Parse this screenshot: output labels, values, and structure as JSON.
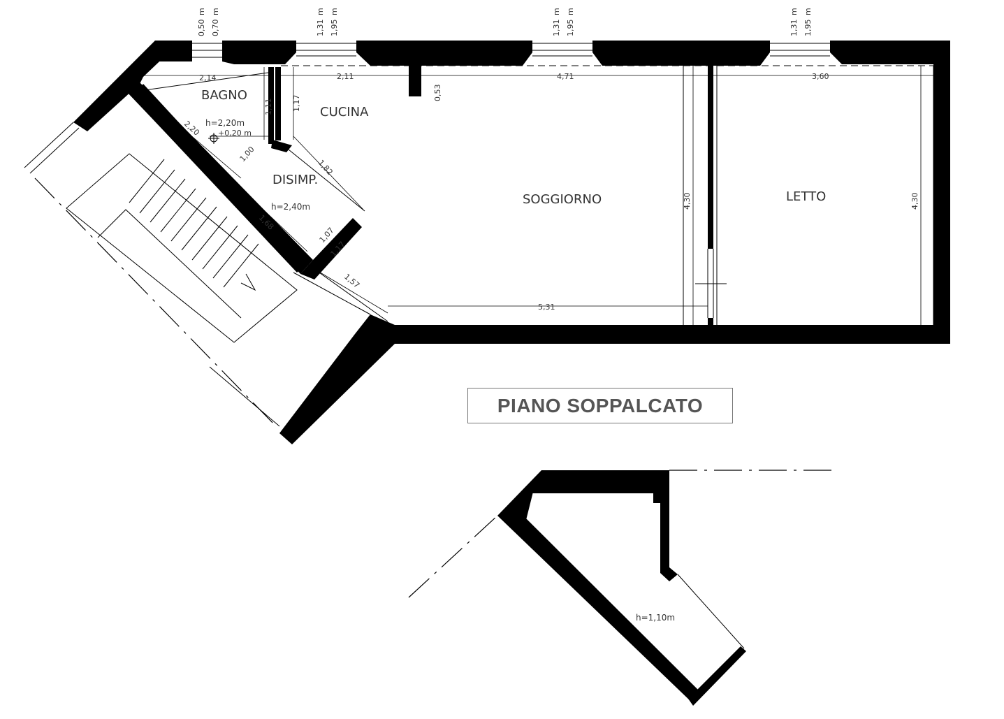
{
  "title": "PIANO SOPPALCATO",
  "rooms": {
    "bagno": "BAGNO",
    "cucina": "CUCINA",
    "disimp": "DISIMP.",
    "soggiorno": "SOGGIORNO",
    "letto": "LETTO"
  },
  "heights": {
    "bagno": "h=2,20m",
    "bagno_step": "+0,20 m",
    "disimp": "h=2,40m",
    "lower": "h=1,10m"
  },
  "dimensions": {
    "bagno_width": "2,14",
    "cucina_width": "2,11",
    "soggiorno_width": "4,71",
    "letto_width": "3,60",
    "bagno_diag": "2,20",
    "bagno_depth": "1,11",
    "cucina_depth": "1,17",
    "pillar": "0,53",
    "disimp_diag": "1,82",
    "disimp_width": "1,00",
    "stair_diag": "1,68",
    "disimp_short": "1,07",
    "entry_a": "1,17",
    "entry_b": "1,57",
    "soggiorno_length": "5,31",
    "soggiorno_depth": "4,30",
    "letto_depth": "4,30"
  },
  "windows": [
    {
      "a": "0,50",
      "b": "0,70",
      "unit": "m"
    },
    {
      "a": "1,31",
      "b": "1,95",
      "unit": "m"
    },
    {
      "a": "1,31",
      "b": "1,95",
      "unit": "m"
    },
    {
      "a": "1,31",
      "b": "1,95",
      "unit": "m"
    }
  ]
}
